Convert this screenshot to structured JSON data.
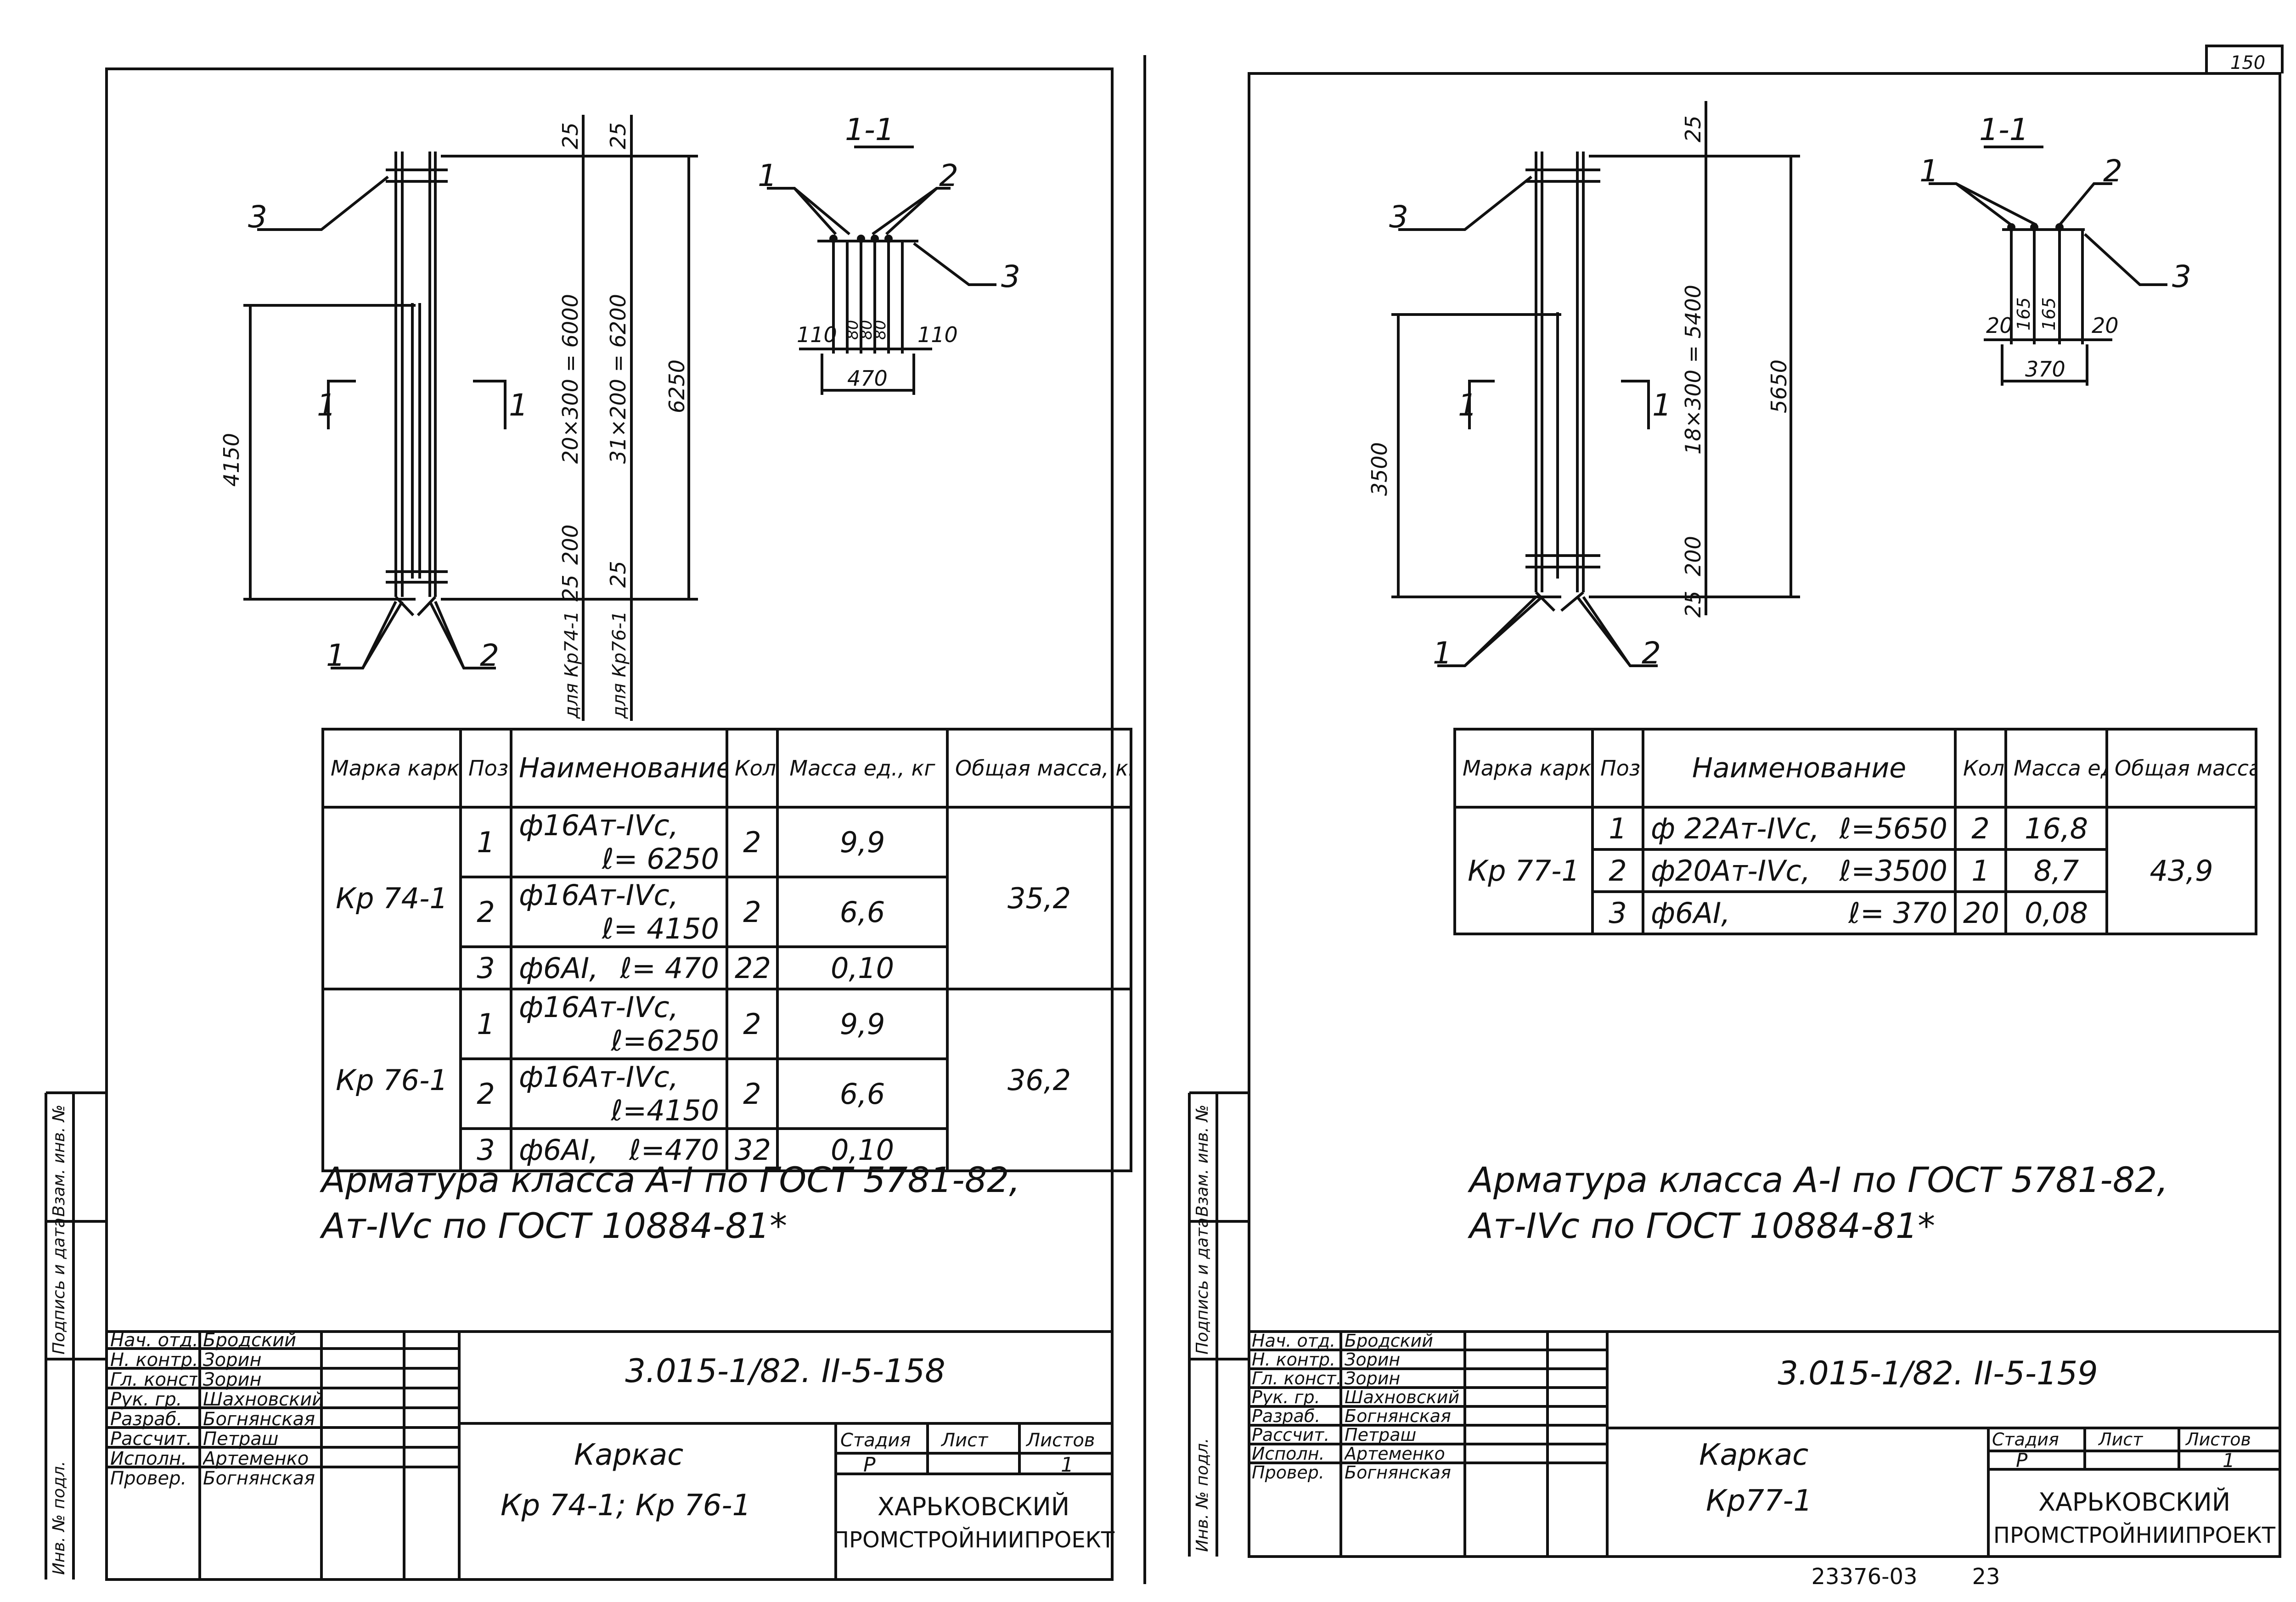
{
  "page_number_corner": "150",
  "archive_number": "23376-03",
  "archive_page": "23",
  "sidebar": {
    "inv_number": "Инв. № подл.",
    "signature_date": "Подпись и дата",
    "replaced_inv": "Взам. инв. №"
  },
  "sheets": [
    {
      "section_label": "1-1",
      "callouts": {
        "bar1": "1",
        "bar2": "2",
        "bar3": "3",
        "sec_bar1": "1",
        "sec_bar2": "2",
        "sec_bar3": "3"
      },
      "cut_marker": "1",
      "dimensions": {
        "inner_height": "4150",
        "total_height": "6250",
        "pitch_1": "20×300 = 6000",
        "pitch_2": "31×200 = 6200",
        "top_offset_1": "25",
        "top_offset_2": "25",
        "bottom_1": "25",
        "bottom_2": "200",
        "bottom_3": "25",
        "for_1": "для Кр74-1",
        "for_2": "для Кр76-1",
        "sec_left": "110",
        "sec_mid_1": "80",
        "sec_mid_2": "80",
        "sec_mid_3": "80",
        "sec_right": "110",
        "sec_total": "470"
      },
      "table": {
        "headers": {
          "mark": "Марка каркаса",
          "pos": "Поз.",
          "name": "Наименование",
          "qty": "Кол.",
          "unit_mass": "Масса ед., кг",
          "total_mass": "Общая масса, кг"
        },
        "groups": [
          {
            "mark": "Кр 74-1",
            "total": "35,2",
            "rows": [
              {
                "pos": "1",
                "name": "ф16Ат-IVс,",
                "len": "ℓ= 6250",
                "qty": "2",
                "mass": "9,9"
              },
              {
                "pos": "2",
                "name": "ф16Ат-IVс,",
                "len": "ℓ= 4150",
                "qty": "2",
                "mass": "6,6"
              },
              {
                "pos": "3",
                "name": "ф6АI,",
                "len": "ℓ= 470",
                "qty": "22",
                "mass": "0,10"
              }
            ]
          },
          {
            "mark": "Кр 76-1",
            "total": "36,2",
            "rows": [
              {
                "pos": "1",
                "name": "ф16Ат-IVс,",
                "len": "ℓ=6250",
                "qty": "2",
                "mass": "9,9"
              },
              {
                "pos": "2",
                "name": "ф16Ат-IVс,",
                "len": "ℓ=4150",
                "qty": "2",
                "mass": "6,6"
              },
              {
                "pos": "3",
                "name": "ф6АI,",
                "len": "ℓ=470",
                "qty": "32",
                "mass": "0,10"
              }
            ]
          }
        ]
      },
      "notes": [
        "Арматура класса А-I по ГОСТ 5781-82,",
        "Ат-IVс  по ГОСТ 10884-81*"
      ],
      "title_block": {
        "code": "3.015-1/82. II-5-158",
        "title": "Каркас",
        "subtitle": "Кр 74-1;  Кр 76-1",
        "stage_label": "Стадия",
        "sheet_label": "Лист",
        "sheets_label": "Листов",
        "stage": "Р",
        "sheets": "1",
        "org_1": "ХАРЬКОВСКИЙ",
        "org_2": "ПРОМСТРОЙНИИПРОЕКТ",
        "roles": [
          "Нач. отд.",
          "Н. контр.",
          "Гл. конст.",
          "Рук. гр.",
          "Разраб.",
          "Рассчит.",
          "Исполн.",
          "Провер."
        ],
        "names": [
          "Бродский",
          "Зорин",
          "Зорин",
          "Шахновский",
          "Богнянская",
          "Петраш",
          "Артеменко",
          "Богнянская"
        ]
      }
    },
    {
      "section_label": "1-1",
      "callouts": {
        "bar1": "1",
        "bar2": "2",
        "bar3": "3",
        "sec_bar1": "1",
        "sec_bar2": "2",
        "sec_bar3": "3"
      },
      "cut_marker": "1",
      "dimensions": {
        "inner_height": "3500",
        "total_height": "5650",
        "pitch_1": "18×300 = 5400",
        "top_offset_1": "25",
        "bottom_1": "200",
        "bottom_2": "25",
        "sec_left": "20",
        "sec_mid_1": "165",
        "sec_mid_2": "165",
        "sec_right": "20",
        "sec_total": "370"
      },
      "table": {
        "headers": {
          "mark": "Марка каркаса",
          "pos": "Поз.",
          "name": "Наименование",
          "qty": "Кол.",
          "unit_mass": "Масса ед., кг",
          "total_mass": "Общая масса, кг"
        },
        "groups": [
          {
            "mark": "Кр 77-1",
            "total": "43,9",
            "rows": [
              {
                "pos": "1",
                "name": "ф 22Ат-IVс,",
                "len": "ℓ=5650",
                "qty": "2",
                "mass": "16,8"
              },
              {
                "pos": "2",
                "name": "ф20Ат-IVс,",
                "len": "ℓ=3500",
                "qty": "1",
                "mass": "8,7"
              },
              {
                "pos": "3",
                "name": "ф6АI,",
                "len": "ℓ= 370",
                "qty": "20",
                "mass": "0,08"
              }
            ]
          }
        ]
      },
      "notes": [
        "Арматура класса А-I по ГОСТ 5781-82,",
        "Ат-IVс  по ГОСТ 10884-81*"
      ],
      "title_block": {
        "code": "3.015-1/82. II-5-159",
        "title": "Каркас",
        "subtitle": "Кр77-1",
        "stage_label": "Стадия",
        "sheet_label": "Лист",
        "sheets_label": "Листов",
        "stage": "Р",
        "sheets": "1",
        "org_1": "ХАРЬКОВСКИЙ",
        "org_2": "ПРОМСТРОЙНИИПРОЕКТ",
        "roles": [
          "Нач. отд.",
          "Н. контр.",
          "Гл. конст.",
          "Рук. гр.",
          "Разраб.",
          "Рассчит.",
          "Исполн.",
          "Провер."
        ],
        "names": [
          "Бродский",
          "Зорин",
          "Зорин",
          "Шахновский",
          "Богнянская",
          "Петраш",
          "Артеменко",
          "Богнянская"
        ]
      }
    }
  ]
}
